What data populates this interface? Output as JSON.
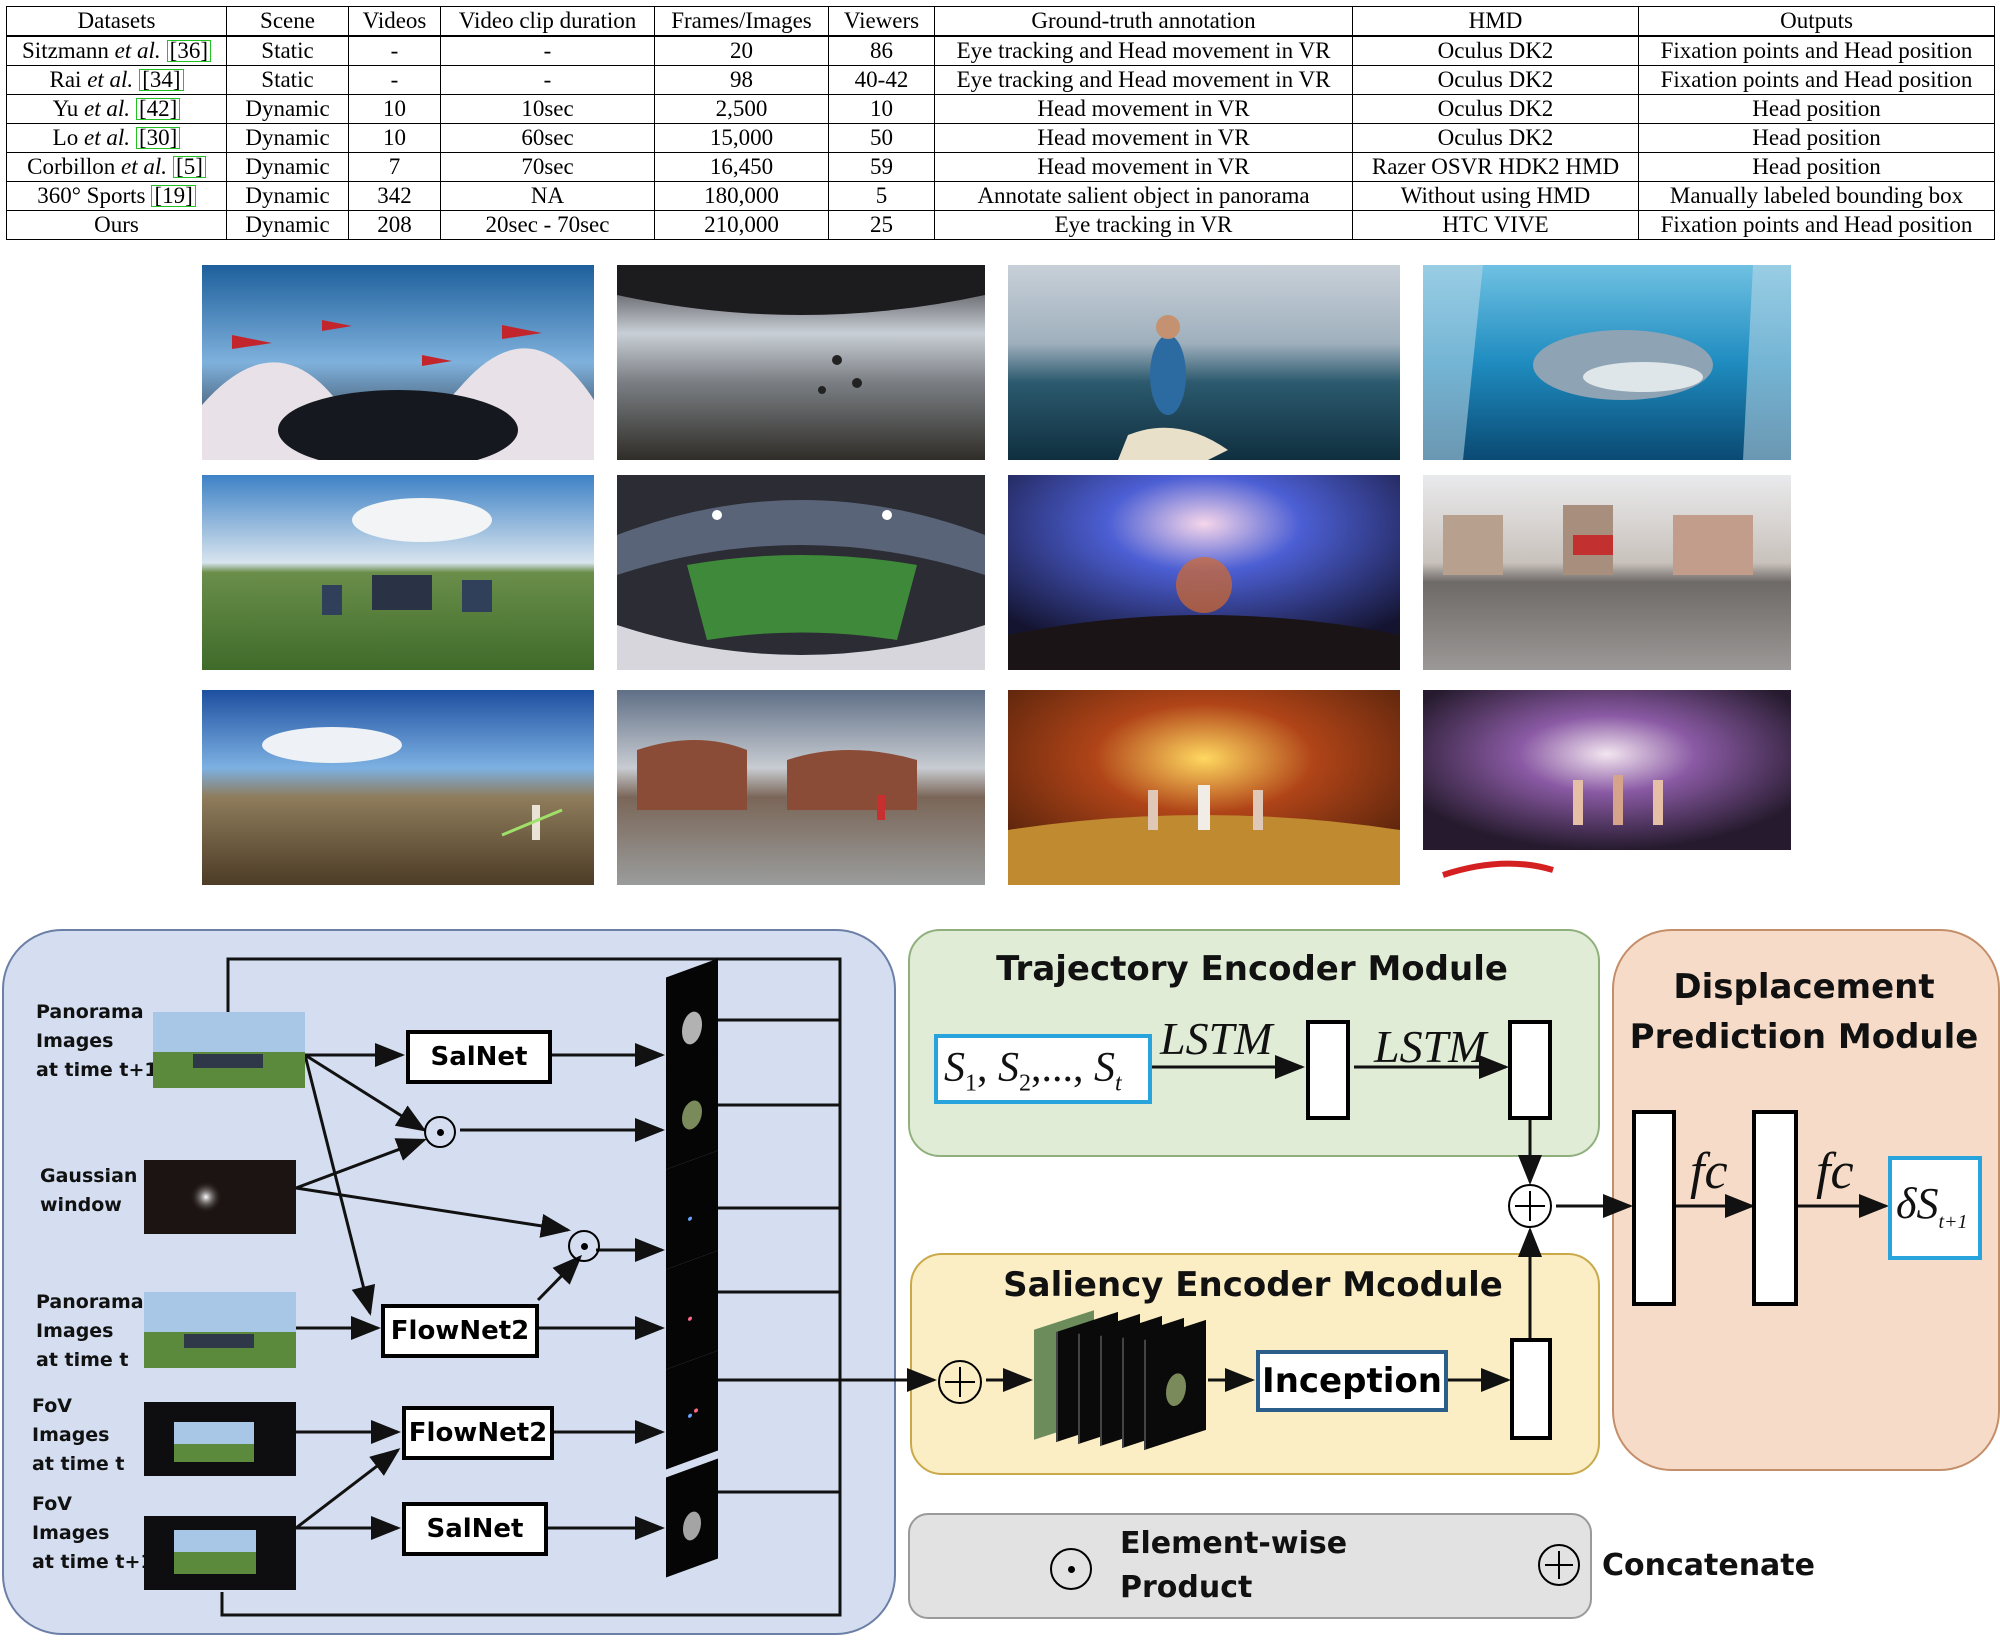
{
  "table": {
    "headers": [
      "Datasets",
      "Scene",
      "Videos",
      "Video clip duration",
      "Frames/Images",
      "Viewers",
      "Ground-truth annotation",
      "HMD",
      "Outputs"
    ],
    "rows": [
      {
        "dataset": "Sitzmann",
        "etal": "et al.",
        "cite": "[36]",
        "scene": "Static",
        "videos": "-",
        "duration": "-",
        "frames": "20",
        "viewers": "86",
        "annotation": "Eye tracking and Head movement in VR",
        "hmd": "Oculus DK2",
        "outputs": "Fixation points and Head position"
      },
      {
        "dataset": "Rai",
        "etal": "et al.",
        "cite": "[34]",
        "scene": "Static",
        "videos": "-",
        "duration": "-",
        "frames": "98",
        "viewers": "40-42",
        "annotation": "Eye tracking and Head movement in VR",
        "hmd": "Oculus DK2",
        "outputs": "Fixation points and Head position"
      },
      {
        "dataset": "Yu",
        "etal": "et al.",
        "cite": "[42]",
        "scene": "Dynamic",
        "videos": "10",
        "duration": "10sec",
        "frames": "2,500",
        "viewers": "10",
        "annotation": "Head movement in VR",
        "hmd": "Oculus DK2",
        "outputs": "Head position"
      },
      {
        "dataset": "Lo",
        "etal": "et al.",
        "cite": "[30]",
        "scene": "Dynamic",
        "videos": "10",
        "duration": "60sec",
        "frames": "15,000",
        "viewers": "50",
        "annotation": "Head movement in VR",
        "hmd": "Oculus DK2",
        "outputs": "Head position"
      },
      {
        "dataset": "Corbillon",
        "etal": "et al.",
        "cite": "[5]",
        "scene": "Dynamic",
        "videos": "7",
        "duration": "70sec",
        "frames": "16,450",
        "viewers": "59",
        "annotation": "Head movement in VR",
        "hmd": "Razer OSVR HDK2 HMD",
        "outputs": "Head position"
      },
      {
        "dataset": "360° Sports",
        "etal": "",
        "cite": "[19]",
        "scene": "Dynamic",
        "videos": "342",
        "duration": "NA",
        "frames": "180,000",
        "viewers": "5",
        "annotation": "Annotate salient object in panorama",
        "hmd": "Without using HMD",
        "outputs": "Manually labeled bounding box"
      },
      {
        "dataset": "Ours",
        "etal": "",
        "cite": "",
        "scene": "Dynamic",
        "videos": "208",
        "duration": "20sec - 70sec",
        "frames": "210,000",
        "viewers": "25",
        "annotation": "Eye tracking in VR",
        "hmd": "HTC VIVE",
        "outputs": "Fixation points and Head position"
      }
    ]
  },
  "photos": [
    "fighter-jets",
    "skydivers",
    "surfer",
    "shark-cage",
    "field-robots",
    "soccer-stadium",
    "concert-stage",
    "street-dancers",
    "desert-swordfight",
    "backyard-dancers",
    "stage-performers",
    "concert-dancers"
  ],
  "diagram": {
    "inputs": {
      "pano_t1": "Panorama\nImages\nat time t+1",
      "gaussian": "Gaussian\nwindow",
      "pano_t": "Panorama\nImages\nat time t",
      "fov_t": "FoV\nImages\nat time t",
      "fov_t1": "FoV\nImages\nat time t+1"
    },
    "boxes": {
      "salnet_top": "SalNet",
      "flownet_top": "FlowNet2",
      "flownet_bottom": "FlowNet2",
      "salnet_bottom": "SalNet",
      "inception": "Inception"
    },
    "trajectory": {
      "title": "Trajectory Encoder Module",
      "lstm1": "LSTM",
      "lstm2": "LSTM",
      "seq_main": "S",
      "seq_subs": [
        "1",
        "2",
        "t"
      ]
    },
    "saliency": {
      "title": "Saliency Encoder Mcodule"
    },
    "displacement": {
      "title": "Displacement\nPrediction Module",
      "fc1": "fc",
      "fc2": "fc",
      "output_main": "δS",
      "output_sub": "t+1"
    },
    "legend": {
      "product": "Element-wise\nProduct",
      "concat": "Concatenate"
    }
  },
  "colors": {
    "input_panel": "#d4def0",
    "trajectory_panel": "#e1ecd7",
    "saliency_panel": "#fbeec4",
    "displacement_panel": "#f6dcc8",
    "legend_panel": "#e2e2e2",
    "highlight_box": "#29a3dc",
    "cite_box": "#22c222"
  }
}
